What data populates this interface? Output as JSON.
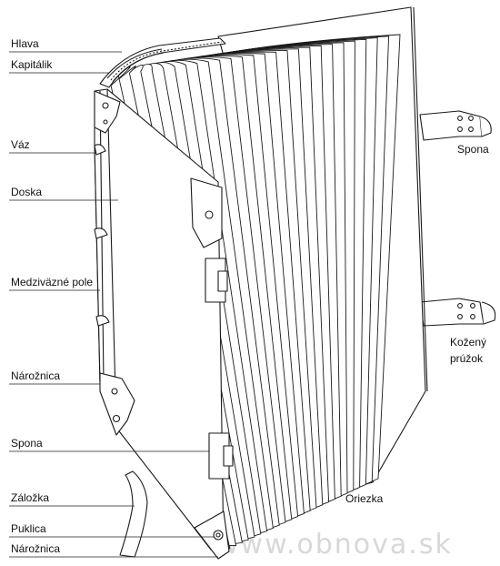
{
  "labels": {
    "hlava": "Hlava",
    "kapitalik": "Kapitálik",
    "vaz": "Váz",
    "doska": "Doska",
    "medzivazne_pole": "Medziväzné pole",
    "naroznica_top": "Nárožnica",
    "spona_left": "Spona",
    "zalozka": "Záložka",
    "puklica": "Puklica",
    "naroznica_bottom": "Nárožnica",
    "spona_right": "Spona",
    "kozeny_1": "Kožený",
    "kozeny_2": "prúžok",
    "oriezka": "Oriezka"
  },
  "watermark": "www.obnova.sk"
}
